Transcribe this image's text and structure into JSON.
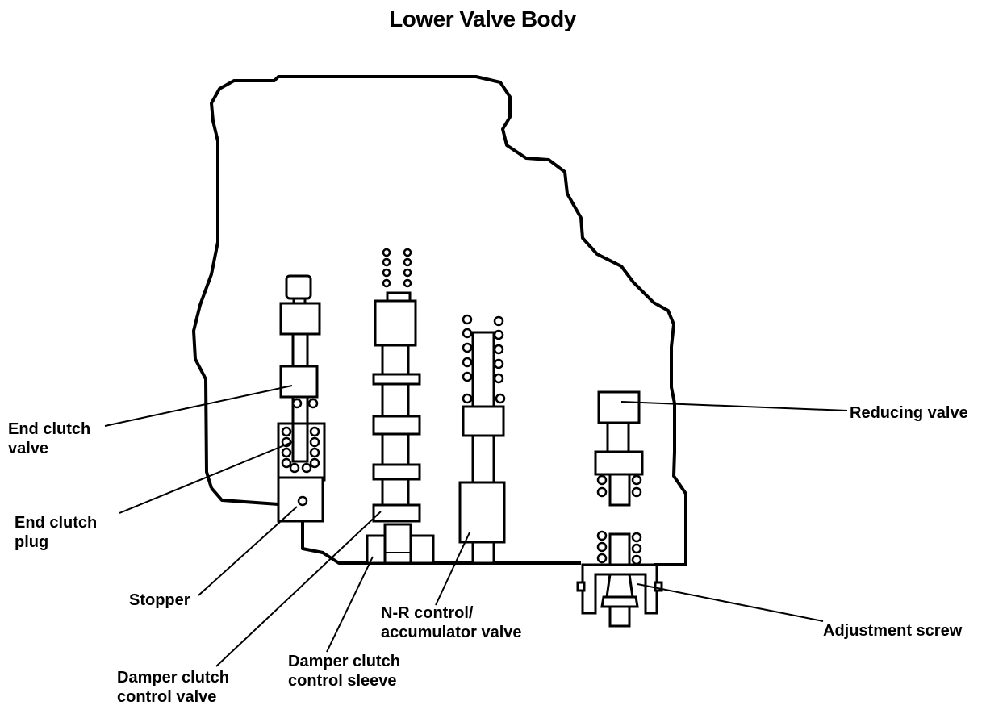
{
  "title": "Lower Valve Body",
  "labels": {
    "end_clutch_valve": [
      "End clutch",
      "valve"
    ],
    "end_clutch_plug": [
      "End clutch",
      "plug"
    ],
    "stopper": "Stopper",
    "damper_clutch_control_valve": [
      "Damper clutch",
      "control valve"
    ],
    "damper_clutch_control_sleeve": [
      "Damper clutch",
      "control sleeve"
    ],
    "nr_control_accumulator_valve": [
      "N-R control/",
      "accumulator valve"
    ],
    "reducing_valve": "Reducing valve",
    "adjustment_screw": "Adjustment screw"
  },
  "colors": {
    "line": "#000000",
    "background": "#ffffff"
  }
}
